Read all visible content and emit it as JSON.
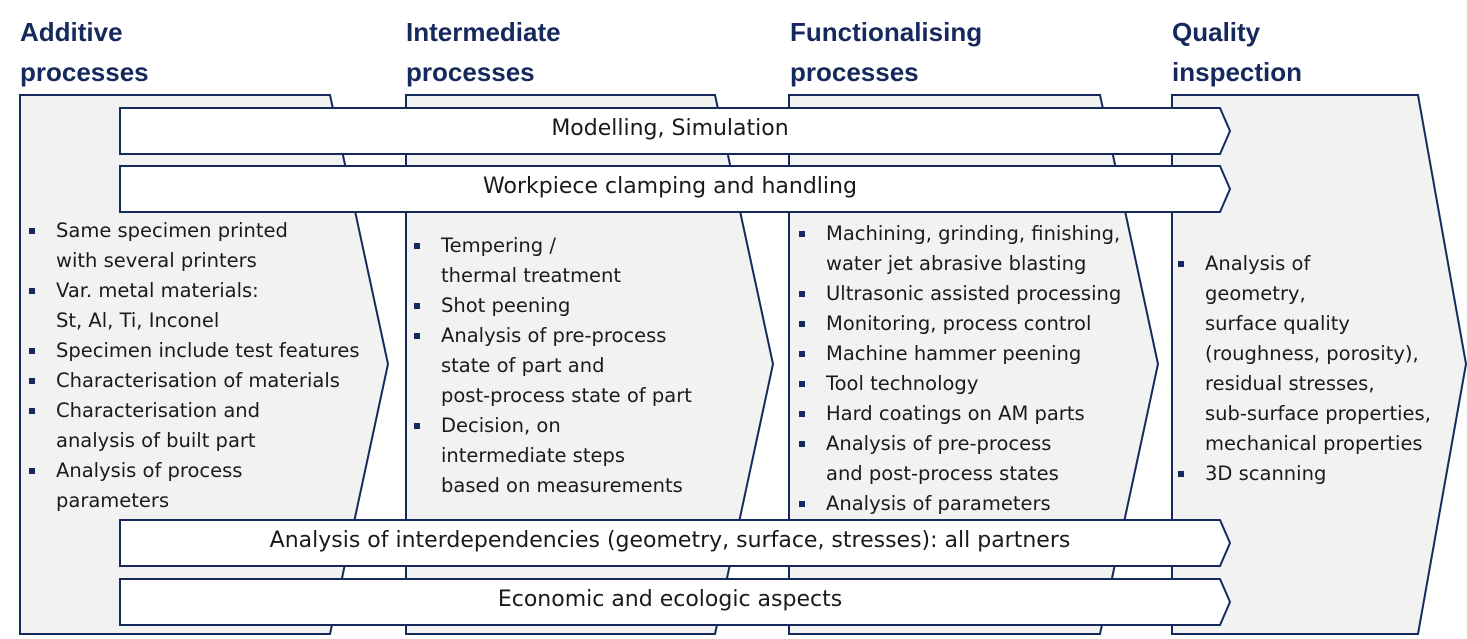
{
  "columns": [
    {
      "heading": [
        "Additive",
        "processes"
      ],
      "items": [
        "Same specimen printed\nwith several printers",
        "Var. metal materials:\nSt, Al, Ti, Inconel",
        "Specimen include test features",
        "Characterisation of materials",
        "Characterisation and\nanalysis of built part",
        "Analysis of process\nparameters"
      ]
    },
    {
      "heading": [
        "Intermediate",
        "processes"
      ],
      "items": [
        "Tempering /\nthermal treatment",
        "Shot peening",
        "Analysis of pre-process\nstate of part and\npost-process state of part",
        "Decision, on\nintermediate steps\nbased on measurements"
      ]
    },
    {
      "heading": [
        "Functionalising",
        "processes"
      ],
      "items": [
        "Machining, grinding, finishing,\nwater jet abrasive blasting",
        "Ultrasonic assisted processing",
        "Monitoring, process control",
        "Machine hammer peening",
        "Tool technology",
        "Hard coatings on AM parts",
        "Analysis of pre-process\nand post-process states",
        "Analysis of parameters"
      ]
    },
    {
      "heading": [
        "Quality",
        "inspection"
      ],
      "items": [
        "Analysis of\ngeometry,\nsurface quality\n(roughness, porosity),\nresidual stresses,\nsub-surface properties,\nmechanical properties",
        "3D scanning"
      ]
    }
  ],
  "banners": [
    "Modelling, Simulation",
    "Workpiece clamping and handling",
    "Analysis of interdependencies (geometry, surface, stresses): all partners",
    "Economic and ecologic aspects"
  ],
  "colors": {
    "navy": "#16295c",
    "panel_fill": "#f2f2f2",
    "banner_fill": "#ffffff",
    "text": "#1a1a1a"
  }
}
